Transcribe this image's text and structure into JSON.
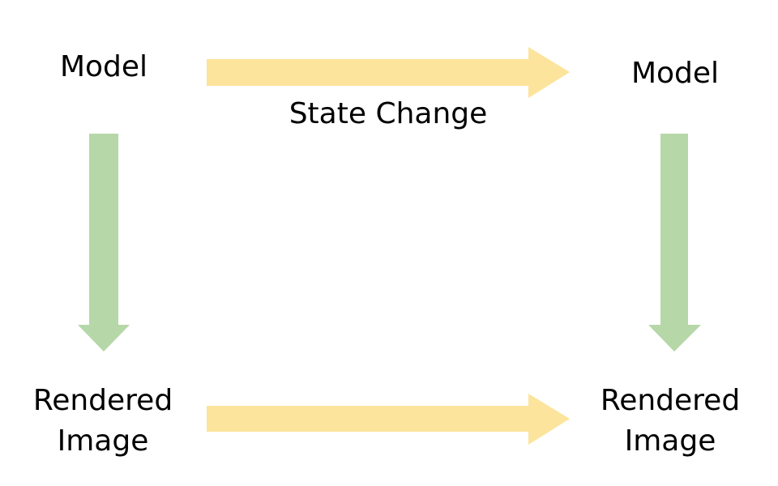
{
  "nodes": {
    "model_left": "Model",
    "model_right": "Model",
    "rendered_left": {
      "line1": "Rendered",
      "line2": "Image"
    },
    "rendered_right": {
      "line1": "Rendered",
      "line2": "Image"
    }
  },
  "edges": {
    "top": {
      "label": "State Change"
    }
  },
  "colors": {
    "horizontal_arrow": "#fce49c",
    "vertical_arrow": "#b6d7a8",
    "text": "#000000",
    "background": "#ffffff"
  }
}
